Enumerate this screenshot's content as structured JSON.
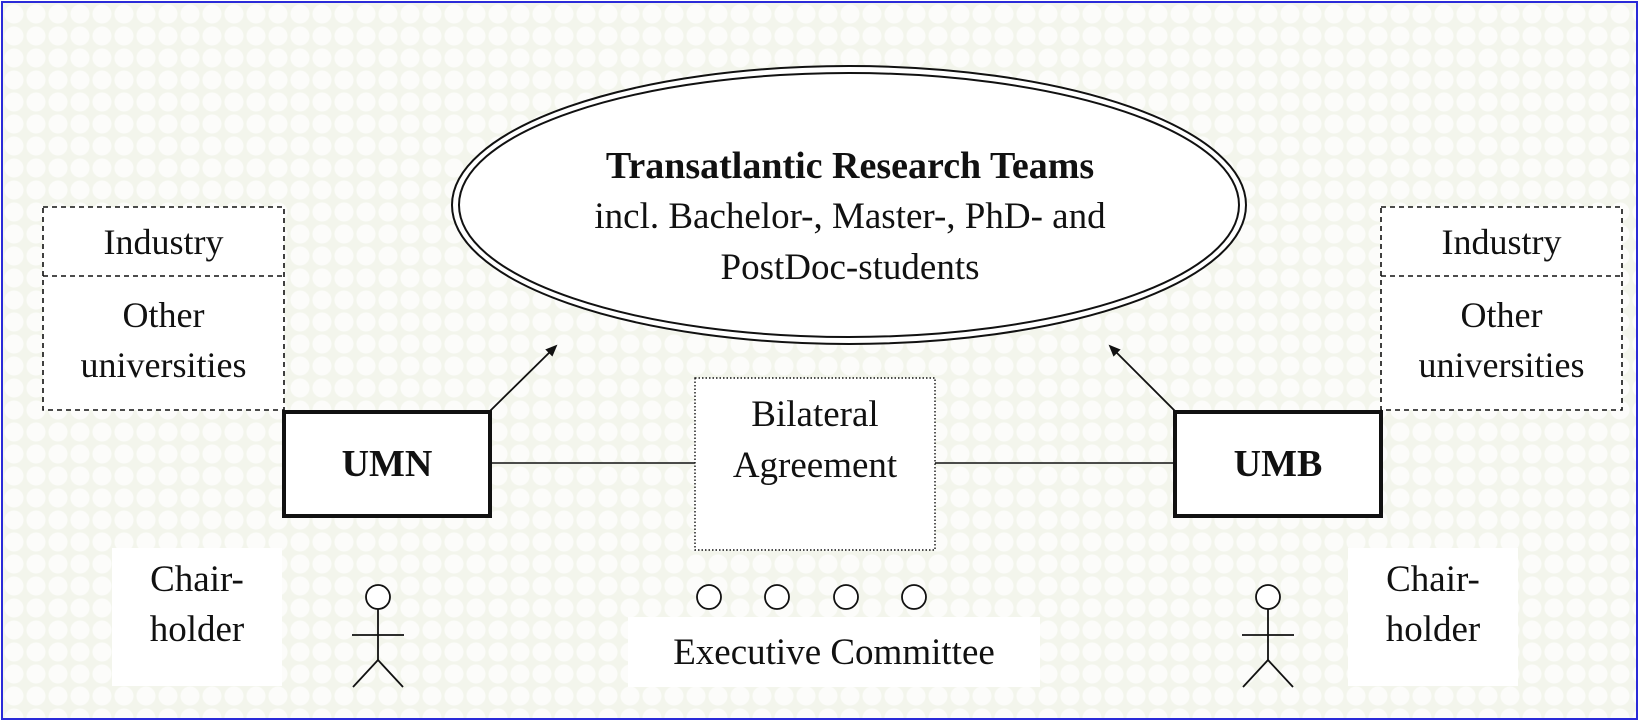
{
  "ellipse": {
    "title": "Transatlantic Research Teams",
    "line1": "incl. Bachelor-, Master-, PhD- and",
    "line2": "PostDoc-students"
  },
  "left_partner": {
    "label": "UMN",
    "industry": "Industry",
    "other_line1": "Other",
    "other_line2": "universities",
    "chair_line1": "Chair-",
    "chair_line2": "holder"
  },
  "right_partner": {
    "label": "UMB",
    "industry": "Industry",
    "other_line1": "Other",
    "other_line2": "universities",
    "chair_line1": "Chair-",
    "chair_line2": "holder"
  },
  "agreement": {
    "line1": "Bilateral",
    "line2": "Agreement"
  },
  "committee": {
    "label": "Executive Committee"
  },
  "colors": {
    "frame_border": "#2a2ad8",
    "background": "#f3f5ec",
    "ink": "#111111"
  }
}
